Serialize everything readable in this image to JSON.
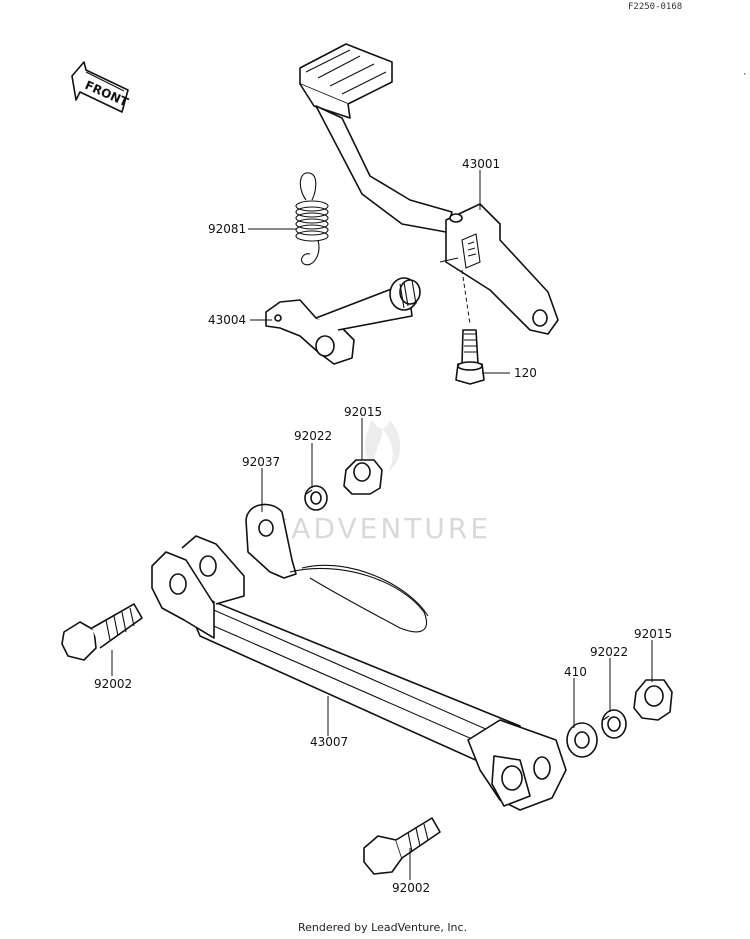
{
  "diagram_code": "F2250-0168",
  "front_label": "FRONT",
  "watermark": "LEADVENTURE",
  "footer": "Rendered by LeadVenture, Inc.",
  "parts": {
    "p43001": "43001",
    "p92081": "92081",
    "p43004": "43004",
    "p120": "120",
    "p92015_top": "92015",
    "p92022_top": "92022",
    "p92037": "92037",
    "p92002_left": "92002",
    "p43007": "43007",
    "p410": "410",
    "p92022_right": "92022",
    "p92015_right": "92015",
    "p92002_bottom": "92002"
  }
}
